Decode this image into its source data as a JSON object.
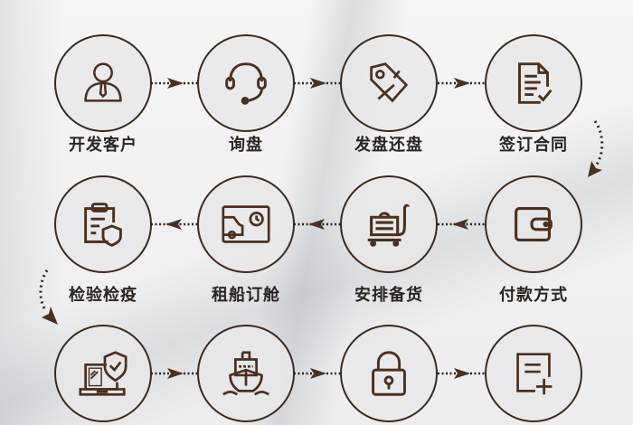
{
  "diagram": {
    "type": "process-flow",
    "accent_color": "#4a3020",
    "steps": [
      {
        "index": 1,
        "label": "开发客户",
        "icon": "customer-icon"
      },
      {
        "index": 2,
        "label": "询盘",
        "icon": "headset-icon"
      },
      {
        "index": 3,
        "label": "发盘还盘",
        "icon": "price-tag-icon"
      },
      {
        "index": 4,
        "label": "签订合同",
        "icon": "contract-check-icon"
      },
      {
        "index": 5,
        "label": "付款方式",
        "icon": "wallet-icon"
      },
      {
        "index": 6,
        "label": "安排备货",
        "icon": "cart-icon"
      },
      {
        "index": 7,
        "label": "租船订舱",
        "icon": "vehicle-schedule-icon"
      },
      {
        "index": 8,
        "label": "检验检疫",
        "icon": "clipboard-shield-icon"
      },
      {
        "index": 9,
        "label": "",
        "icon": "laptop-shield-icon"
      },
      {
        "index": 10,
        "label": "",
        "icon": "ship-icon"
      },
      {
        "index": 11,
        "label": "",
        "icon": "lock-icon"
      },
      {
        "index": 12,
        "label": "",
        "icon": "document-add-icon"
      }
    ]
  }
}
